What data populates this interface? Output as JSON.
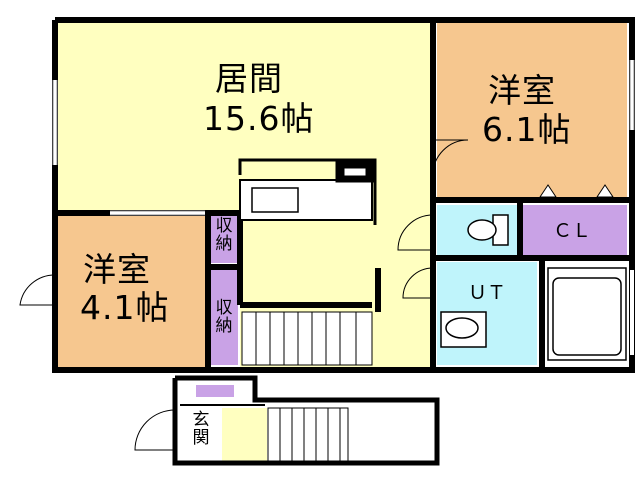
{
  "rooms": {
    "living": {
      "name": "居間",
      "size": "15.6帖"
    },
    "western_large": {
      "name": "洋室",
      "size": "6.1帖"
    },
    "western_small": {
      "name": "洋室",
      "size": "4.1帖"
    },
    "closet": {
      "label": "ＣＬ"
    },
    "utility": {
      "label": "ＵＴ"
    },
    "storage_upper": {
      "label": "収納"
    },
    "storage_lower": {
      "label": "収納"
    },
    "entrance": {
      "label": "玄関"
    }
  },
  "colors": {
    "living": "#ffffc0",
    "western": "#f6c78f",
    "storage": "#c9a2e6",
    "wet_area": "#bff4fb",
    "wall": "#000000"
  }
}
